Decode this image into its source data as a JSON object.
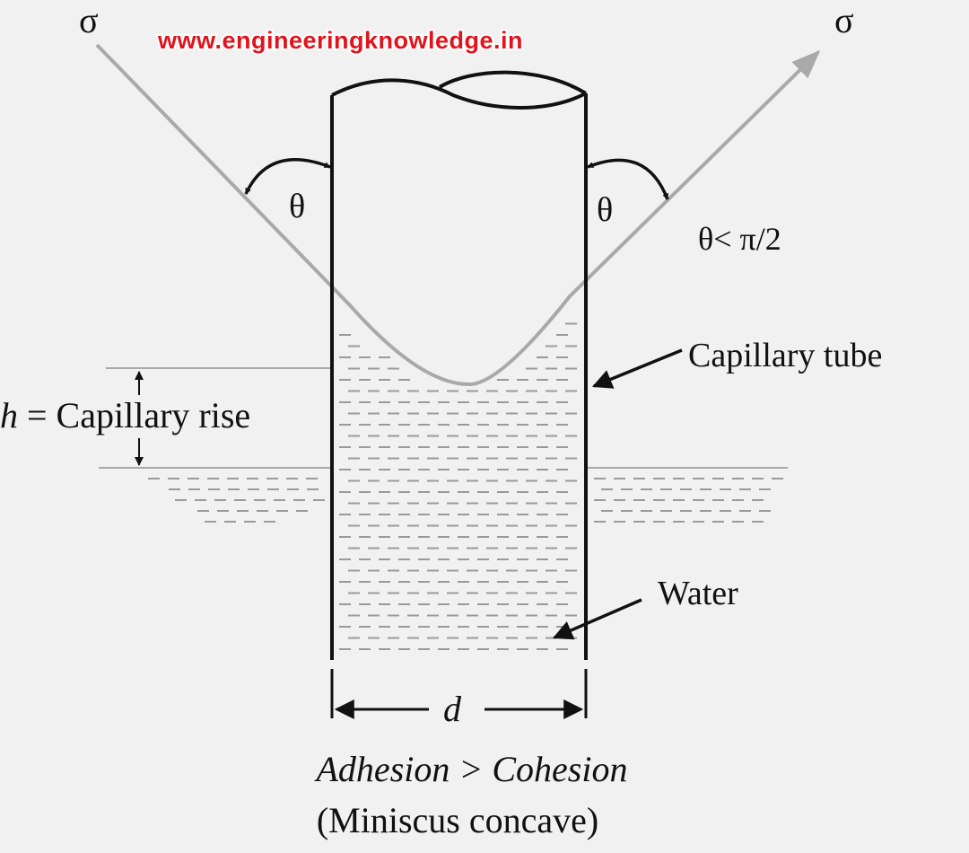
{
  "watermark": "www.engineeringknowledge.in",
  "labels": {
    "sigma_left": "σ",
    "sigma_right": "σ",
    "theta_left": "θ",
    "theta_right": "θ",
    "theta_condition": "θ< π/2",
    "capillary_tube": "Capillary tube",
    "h_symbol": "h",
    "capillary_rise": " = Capillary rise",
    "water": "Water",
    "diameter": "d",
    "relation": "Adhesion > Cohesion",
    "meniscus": "(Miniscus concave)"
  },
  "colors": {
    "background": "#f1f1f1",
    "line": "#111111",
    "force_lines": "#a9a9a9",
    "water_dashes": "#9a9a9a",
    "watermark": "#e0141c"
  }
}
